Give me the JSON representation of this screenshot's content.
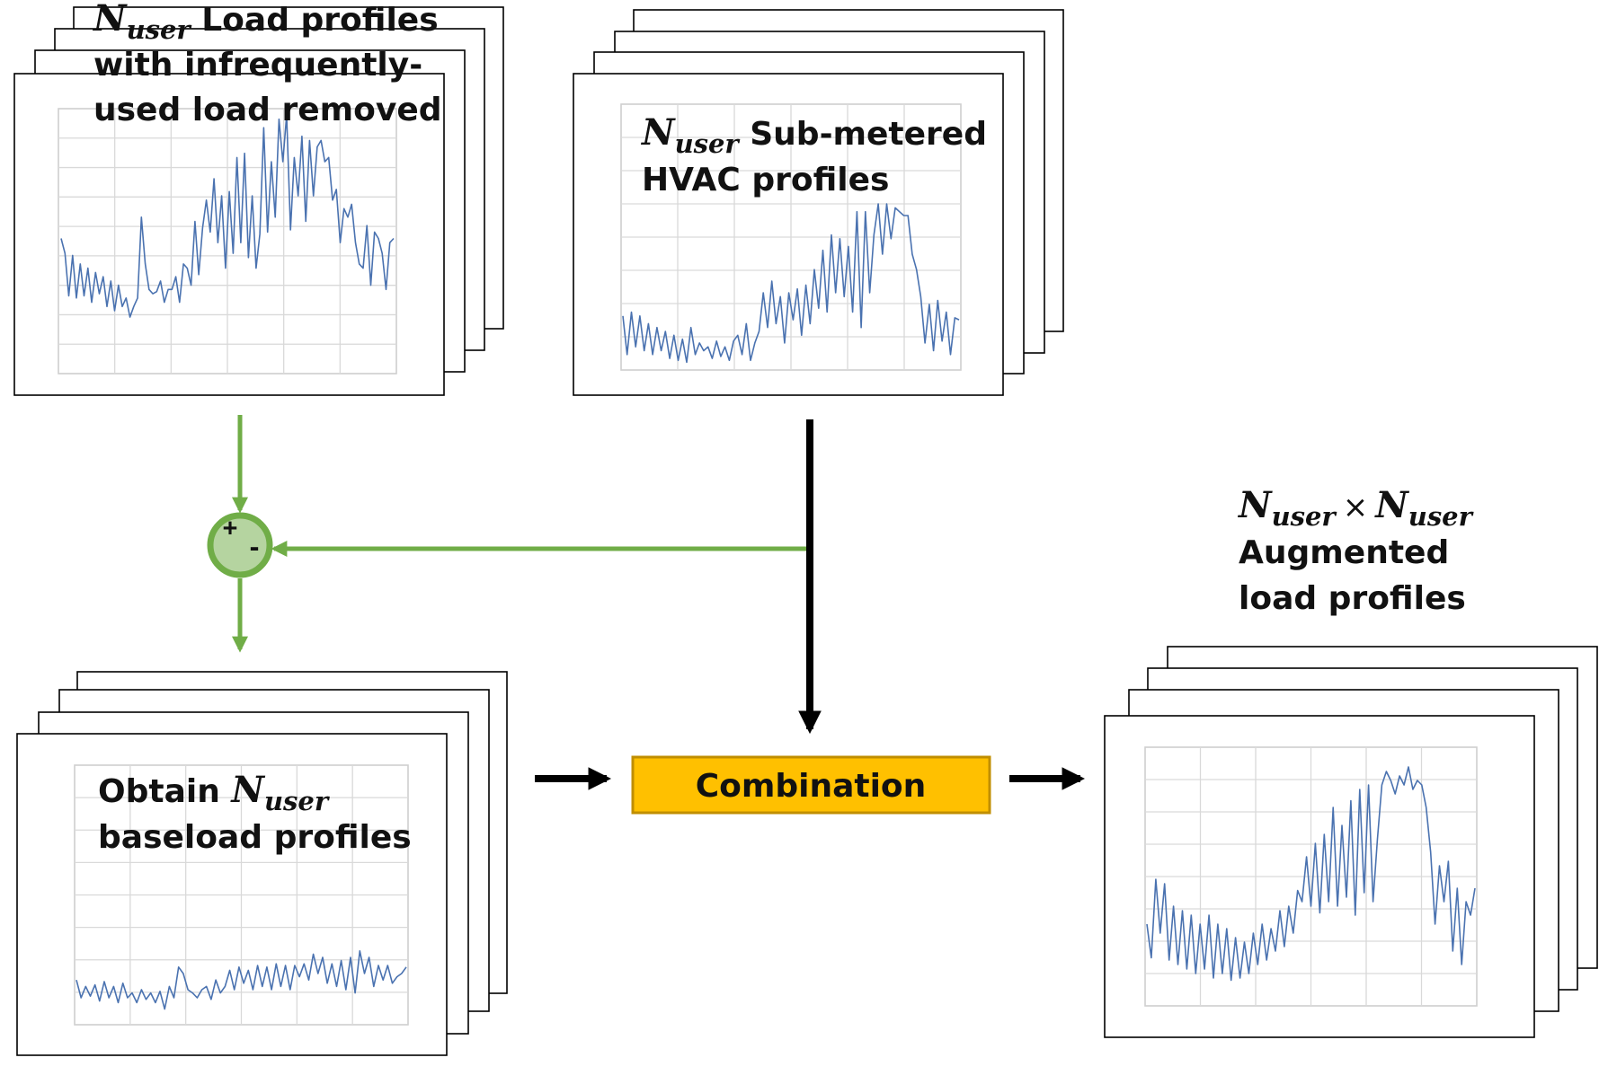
{
  "panels": {
    "load_removed": {
      "symbol": "N",
      "subscript": "user",
      "line1_rest": " Load profiles",
      "line2": "with infrequently-",
      "line3": "used load removed"
    },
    "hvac": {
      "symbol": "N",
      "subscript": "user",
      "line1_rest": " Sub-metered",
      "line2": "HVAC profiles"
    },
    "baseload": {
      "prefix": "Obtain ",
      "symbol": "N",
      "subscript": "user",
      "line2": "baseload profiles"
    },
    "augmented": {
      "symbol_a": "N",
      "subscript_a": "user",
      "times": "×",
      "symbol_b": "N",
      "subscript_b": "user",
      "line2": "Augmented",
      "line3": "load profiles"
    }
  },
  "combination": {
    "label": "Combination",
    "fill_color": "#ffc000",
    "border_color": "#c08e00"
  },
  "summing_junction": {
    "plus": "+",
    "minus": "-",
    "fill_color": "#b5d4a0",
    "stroke_color": "#70ad47"
  },
  "colors": {
    "green_arrow": "#70ad47",
    "black_arrow": "#000000",
    "series_line": "#4a72b0"
  },
  "profile_series": {
    "load_removed": [
      0.42,
      0.35,
      0.15,
      0.34,
      0.14,
      0.3,
      0.15,
      0.28,
      0.12,
      0.26,
      0.16,
      0.24,
      0.1,
      0.22,
      0.08,
      0.2,
      0.1,
      0.14,
      0.05,
      0.1,
      0.14,
      0.52,
      0.3,
      0.18,
      0.16,
      0.17,
      0.22,
      0.12,
      0.18,
      0.18,
      0.24,
      0.12,
      0.3,
      0.28,
      0.2,
      0.5,
      0.25,
      0.47,
      0.6,
      0.45,
      0.7,
      0.4,
      0.62,
      0.28,
      0.64,
      0.35,
      0.8,
      0.4,
      0.82,
      0.33,
      0.62,
      0.28,
      0.44,
      0.94,
      0.45,
      0.78,
      0.52,
      0.98,
      0.78,
      1.0,
      0.46,
      0.8,
      0.62,
      0.9,
      0.5,
      0.88,
      0.62,
      0.85,
      0.88,
      0.78,
      0.8,
      0.6,
      0.65,
      0.4,
      0.56,
      0.52,
      0.58,
      0.4,
      0.3,
      0.28,
      0.48,
      0.2,
      0.45,
      0.42,
      0.35,
      0.18,
      0.4,
      0.42
    ],
    "hvac": [
      0.28,
      0.08,
      0.3,
      0.12,
      0.28,
      0.1,
      0.24,
      0.08,
      0.22,
      0.1,
      0.2,
      0.06,
      0.18,
      0.05,
      0.16,
      0.04,
      0.22,
      0.08,
      0.14,
      0.1,
      0.12,
      0.06,
      0.15,
      0.07,
      0.12,
      0.05,
      0.15,
      0.18,
      0.08,
      0.24,
      0.05,
      0.14,
      0.2,
      0.4,
      0.22,
      0.46,
      0.24,
      0.38,
      0.14,
      0.4,
      0.26,
      0.42,
      0.18,
      0.44,
      0.24,
      0.52,
      0.32,
      0.62,
      0.3,
      0.7,
      0.4,
      0.68,
      0.38,
      0.64,
      0.3,
      0.82,
      0.22,
      0.82,
      0.4,
      0.7,
      0.86,
      0.6,
      0.86,
      0.68,
      0.84,
      0.82,
      0.8,
      0.8,
      0.6,
      0.52,
      0.38,
      0.14,
      0.34,
      0.1,
      0.36,
      0.15,
      0.3,
      0.08,
      0.27,
      0.26
    ],
    "baseload": [
      0.16,
      0.05,
      0.12,
      0.06,
      0.13,
      0.03,
      0.15,
      0.05,
      0.12,
      0.02,
      0.14,
      0.05,
      0.08,
      0.02,
      0.1,
      0.04,
      0.08,
      0.02,
      0.09,
      -0.02,
      0.12,
      0.05,
      0.24,
      0.2,
      0.1,
      0.08,
      0.05,
      0.1,
      0.12,
      0.04,
      0.16,
      0.08,
      0.12,
      0.22,
      0.1,
      0.24,
      0.14,
      0.22,
      0.1,
      0.25,
      0.12,
      0.24,
      0.1,
      0.26,
      0.12,
      0.25,
      0.1,
      0.25,
      0.18,
      0.26,
      0.16,
      0.32,
      0.2,
      0.3,
      0.14,
      0.26,
      0.12,
      0.28,
      0.1,
      0.3,
      0.08,
      0.34,
      0.2,
      0.3,
      0.12,
      0.25,
      0.16,
      0.25,
      0.14,
      0.18,
      0.2,
      0.24
    ],
    "augmented": [
      0.3,
      0.15,
      0.5,
      0.26,
      0.48,
      0.14,
      0.38,
      0.12,
      0.36,
      0.1,
      0.34,
      0.08,
      0.3,
      0.1,
      0.34,
      0.06,
      0.3,
      0.08,
      0.28,
      0.05,
      0.24,
      0.06,
      0.22,
      0.08,
      0.26,
      0.12,
      0.3,
      0.14,
      0.28,
      0.18,
      0.36,
      0.2,
      0.38,
      0.26,
      0.45,
      0.4,
      0.6,
      0.38,
      0.66,
      0.35,
      0.7,
      0.4,
      0.82,
      0.38,
      0.74,
      0.42,
      0.85,
      0.34,
      0.9,
      0.44,
      0.92,
      0.4,
      0.68,
      0.92,
      0.98,
      0.94,
      0.88,
      0.96,
      0.92,
      1.0,
      0.9,
      0.94,
      0.92,
      0.82,
      0.62,
      0.3,
      0.56,
      0.4,
      0.58,
      0.18,
      0.46,
      0.12,
      0.4,
      0.34,
      0.46
    ]
  }
}
